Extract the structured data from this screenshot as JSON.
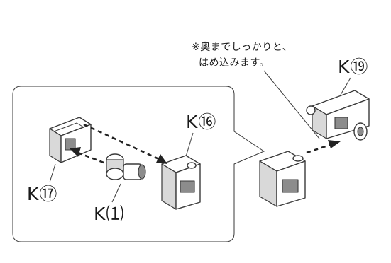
{
  "parts": {
    "k16": "K⑯",
    "k17": "K⑰",
    "k19": "K⑲",
    "k21": "K⑴"
  },
  "note": {
    "line1": "※奥までしっかりと、",
    "line2": "はめ込みます。"
  },
  "colors": {
    "line": "#3a3a3a",
    "fill_light": "#d9d9d9",
    "fill_dark": "#8c8c8c"
  }
}
